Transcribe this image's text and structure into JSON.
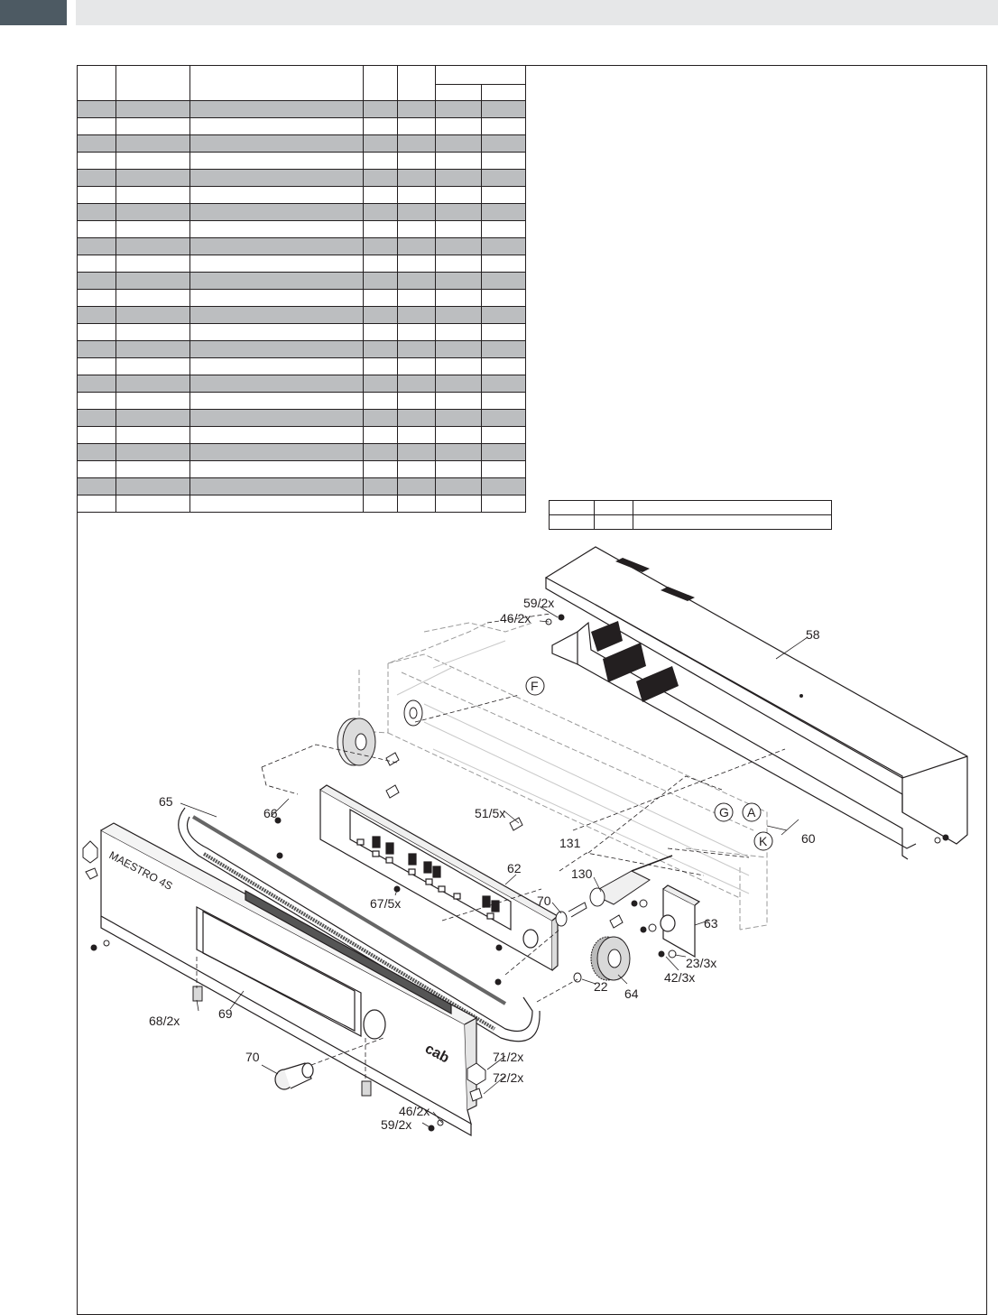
{
  "parts_table": {
    "header": [
      "",
      "",
      "",
      "",
      "",
      "",
      "",
      ""
    ],
    "rows": 24
  },
  "small_table": {
    "rows": 2
  },
  "drawing": {
    "brand_text": "MAESTRO 4S",
    "logo_text": "cab",
    "callouts": {
      "c58": "58",
      "c59_top": "59/2x",
      "c46_top": "46/2x",
      "cF": "F",
      "c65": "65",
      "c66": "66",
      "c51": "51/5x",
      "cG": "G",
      "cA": "A",
      "c131": "131",
      "cK": "K",
      "c60": "60",
      "c130": "130",
      "c62": "62",
      "c67": "67/5x",
      "c70_right": "70",
      "c63": "63",
      "c23": "23/3x",
      "c42": "42/3x",
      "c22": "22",
      "c64": "64",
      "c68": "68/2x",
      "c69": "69",
      "c70_left": "70",
      "c71": "71/2x",
      "c72": "72/2x",
      "c46_bottom": "46/2x",
      "c59_bottom": "59/2x"
    }
  }
}
